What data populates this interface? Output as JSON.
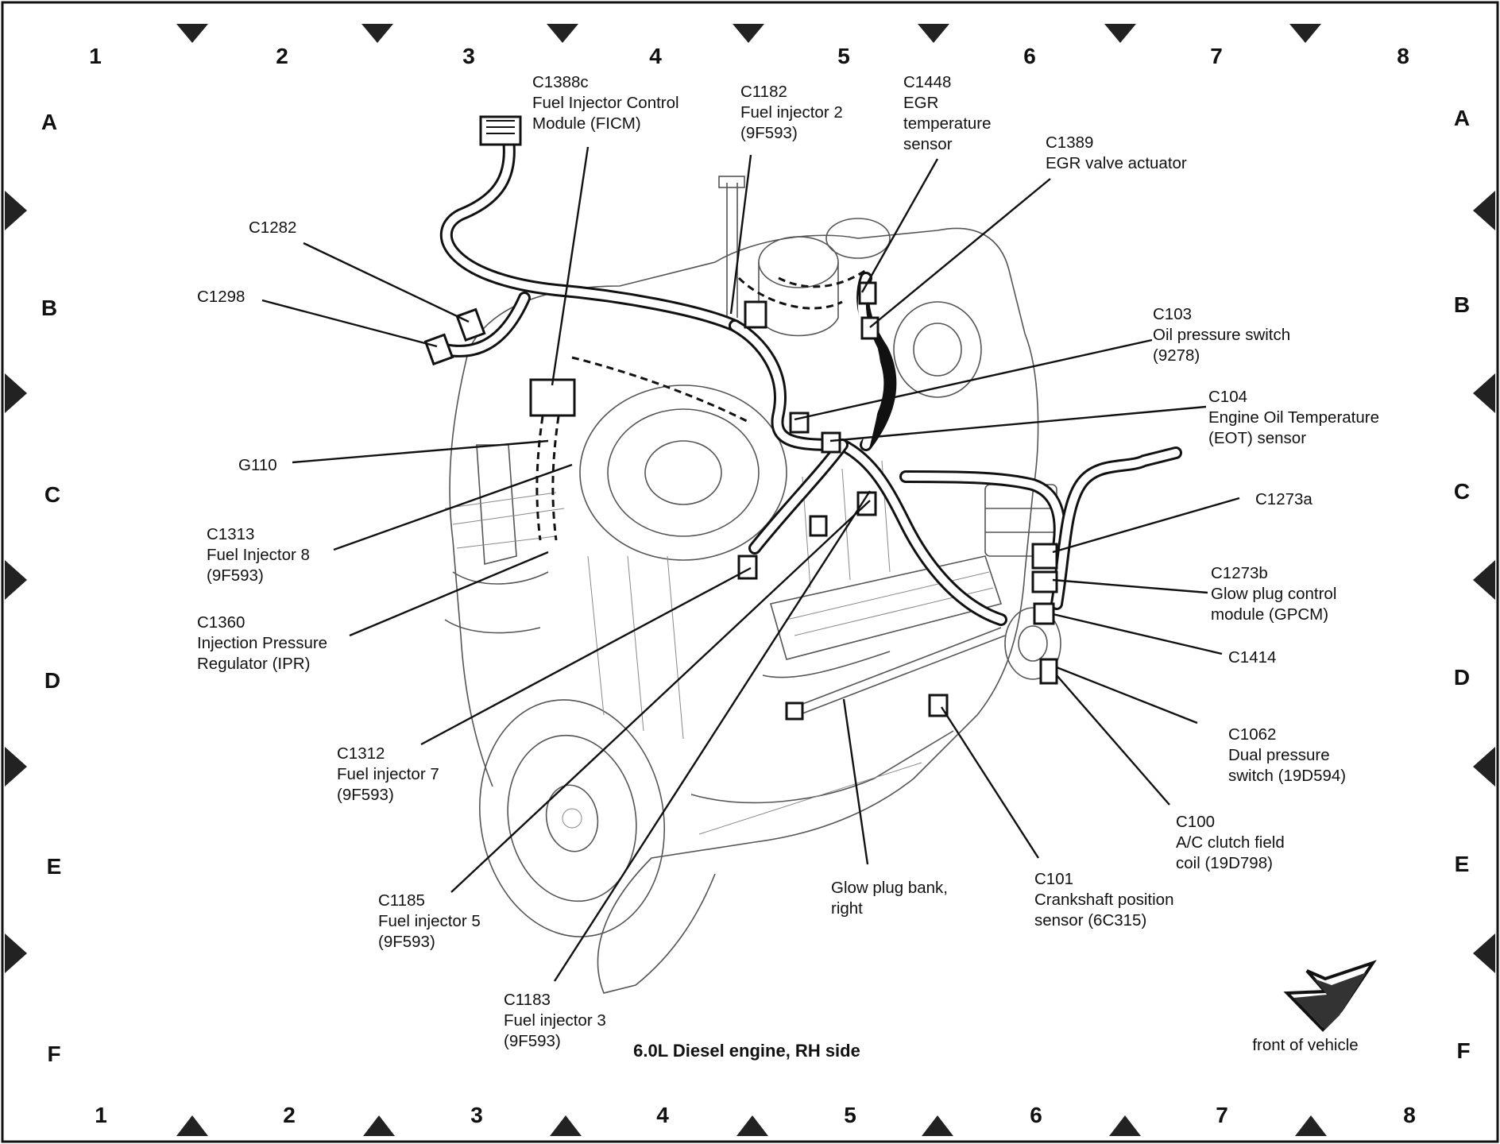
{
  "title": "6.0L Diesel engine, RH side",
  "grid": {
    "columns": [
      "1",
      "2",
      "3",
      "4",
      "5",
      "6",
      "7",
      "8"
    ],
    "rows": [
      "A",
      "B",
      "C",
      "D",
      "E",
      "F"
    ]
  },
  "direction_label": "front of vehicle",
  "callouts": [
    {
      "id": "C1388c",
      "lines": [
        "C1388c",
        "Fuel Injector Control",
        "Module (FICM)"
      ]
    },
    {
      "id": "C1182",
      "lines": [
        "C1182",
        "Fuel injector 2",
        "(9F593)"
      ]
    },
    {
      "id": "C1448",
      "lines": [
        "C1448",
        "EGR",
        "temperature",
        "sensor"
      ]
    },
    {
      "id": "C1389",
      "lines": [
        "C1389",
        "EGR valve actuator"
      ]
    },
    {
      "id": "C1282",
      "lines": [
        "C1282"
      ]
    },
    {
      "id": "C1298",
      "lines": [
        "C1298"
      ]
    },
    {
      "id": "C103",
      "lines": [
        "C103",
        "Oil pressure switch",
        "(9278)"
      ]
    },
    {
      "id": "C104",
      "lines": [
        "C104",
        "Engine Oil Temperature",
        "(EOT) sensor"
      ]
    },
    {
      "id": "G110",
      "lines": [
        "G110"
      ]
    },
    {
      "id": "C1273a",
      "lines": [
        "C1273a"
      ]
    },
    {
      "id": "C1313",
      "lines": [
        "C1313",
        "Fuel Injector 8",
        "(9F593)"
      ]
    },
    {
      "id": "C1273b",
      "lines": [
        "C1273b",
        "Glow plug control",
        "module (GPCM)"
      ]
    },
    {
      "id": "C1360",
      "lines": [
        "C1360",
        "Injection Pressure",
        "Regulator (IPR)"
      ]
    },
    {
      "id": "C1414",
      "lines": [
        "C1414"
      ]
    },
    {
      "id": "C1062",
      "lines": [
        "C1062",
        "Dual pressure",
        "switch (19D594)"
      ]
    },
    {
      "id": "C1312",
      "lines": [
        "C1312",
        "Fuel injector 7",
        "(9F593)"
      ]
    },
    {
      "id": "C100",
      "lines": [
        "C100",
        "A/C clutch field",
        "coil (19D798)"
      ]
    },
    {
      "id": "C101",
      "lines": [
        "C101",
        "Crankshaft position",
        "sensor (6C315)"
      ]
    },
    {
      "id": "glow-bank",
      "lines": [
        "Glow plug bank,",
        "right"
      ]
    },
    {
      "id": "C1185",
      "lines": [
        "C1185",
        "Fuel injector 5",
        "(9F593)"
      ]
    },
    {
      "id": "C1183",
      "lines": [
        "C1183",
        "Fuel injector 3",
        "(9F593)"
      ]
    }
  ],
  "colors": {
    "line": "#111111",
    "engine": "#555555",
    "marker": "#111111",
    "background": "#ffffff"
  }
}
